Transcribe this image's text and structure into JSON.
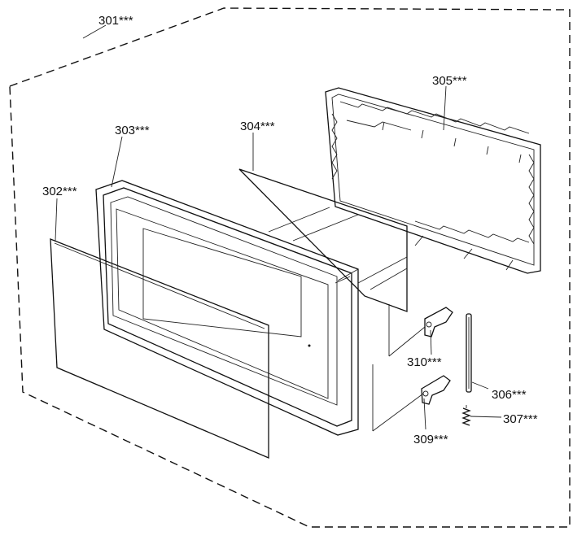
{
  "diagram": {
    "labels": {
      "301": "301***",
      "302": "302***",
      "303": "303***",
      "304": "304***",
      "305": "305***",
      "306": "306***",
      "307": "307***",
      "309": "309***",
      "310": "310***"
    }
  }
}
